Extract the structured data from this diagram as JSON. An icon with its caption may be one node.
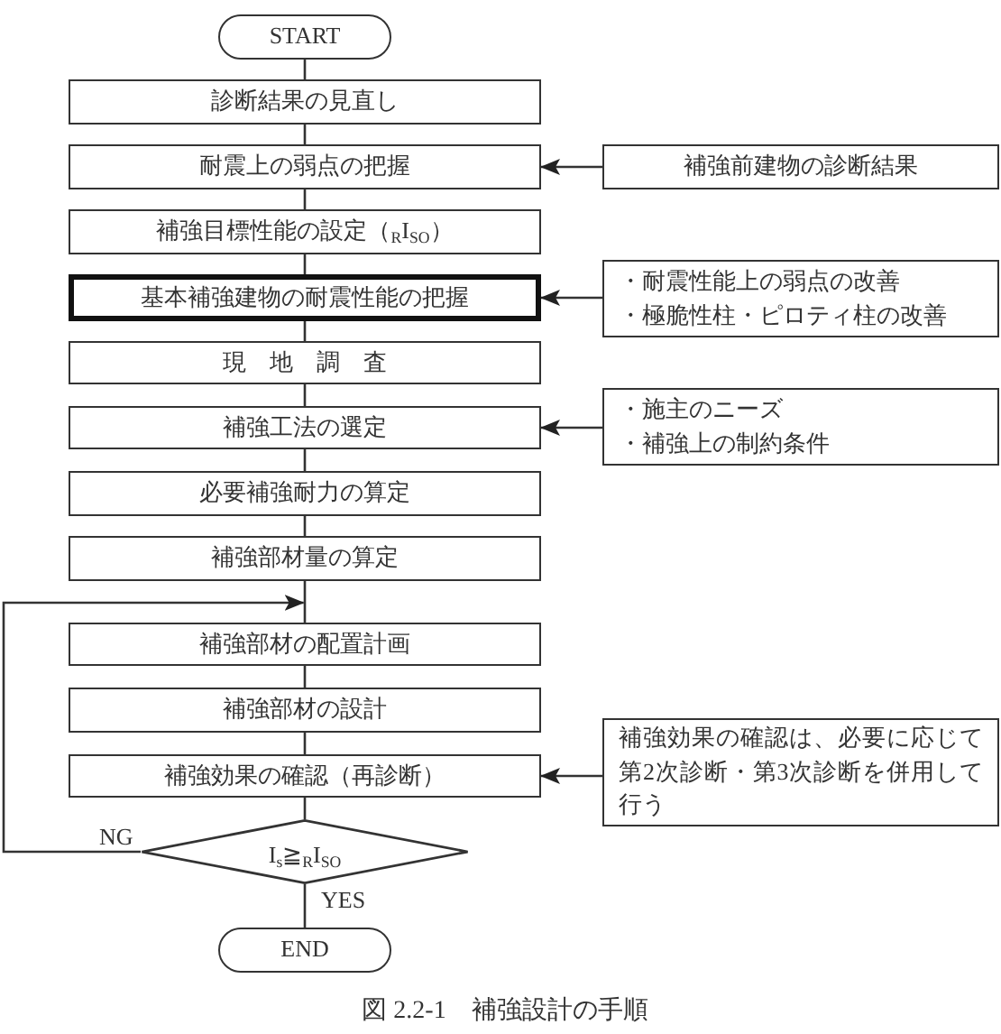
{
  "diagram": {
    "nodes": [
      {
        "text": [
          "START"
        ]
      },
      {
        "text": [
          "診断結果の見直し"
        ]
      },
      {
        "text": [
          "耐震上の弱点の把握"
        ]
      },
      {
        "text": [
          "補強前建物の診断結果"
        ]
      },
      {
        "text": [
          "補強目標性能の設定（$_{R}$I$_{SO}$）"
        ]
      },
      {
        "text": [
          "基本補強建物の耐震性能の把握"
        ]
      },
      {
        "text": [
          "・耐震性能上の弱点の改善",
          "・極脆性柱・ピロティ柱の改善"
        ]
      },
      {
        "text": [
          "現　地　調　査"
        ]
      },
      {
        "text": [
          "補強工法の選定"
        ]
      },
      {
        "text": [
          "・施主のニーズ",
          "・補強上の制約条件"
        ]
      },
      {
        "text": [
          "必要補強耐力の算定"
        ]
      },
      {
        "text": [
          "補強部材量の算定"
        ]
      },
      {
        "text": [
          "補強部材の配置計画"
        ]
      },
      {
        "text": [
          "補強部材の設計"
        ]
      },
      {
        "text": [
          "補強効果の確認（再診断）"
        ]
      },
      {
        "text": [
          "補強効果の確認は、必要に応じて第2次診断・第3次診断を併用して行う"
        ]
      },
      {
        "text": [
          "I$_{s}$≧$_{R}$I$_{SO}$"
        ]
      },
      {
        "text": [
          "END"
        ]
      }
    ],
    "edges": [
      {
        "from": 0,
        "to": 1,
        "arrow": "none"
      },
      {
        "from": 1,
        "to": 2,
        "arrow": "none"
      },
      {
        "from": 3,
        "to": 2,
        "arrow": "to"
      },
      {
        "from": 2,
        "to": 4,
        "arrow": "none"
      },
      {
        "from": 4,
        "to": 5,
        "arrow": "none"
      },
      {
        "from": 6,
        "to": 5,
        "arrow": "to"
      },
      {
        "from": 5,
        "to": 7,
        "arrow": "none"
      },
      {
        "from": 7,
        "to": 8,
        "arrow": "none"
      },
      {
        "from": 9,
        "to": 8,
        "arrow": "to"
      },
      {
        "from": 8,
        "to": 10,
        "arrow": "none"
      },
      {
        "from": 10,
        "to": 11,
        "arrow": "none"
      },
      {
        "from": 11,
        "to": 12,
        "arrow": "none"
      },
      {
        "from": 12,
        "to": 13,
        "arrow": "none"
      },
      {
        "from": 13,
        "to": 14,
        "arrow": "none"
      },
      {
        "from": 15,
        "to": 14,
        "arrow": "to"
      },
      {
        "from": 14,
        "to": 16,
        "arrow": "none"
      },
      {
        "from": 16,
        "to": 17,
        "arrow": "none",
        "label": "YES"
      },
      {
        "from": 16,
        "to": 12,
        "arrow": "to",
        "label": "NG"
      }
    ],
    "caption": "図 2.2-1　補強設計の手順"
  }
}
